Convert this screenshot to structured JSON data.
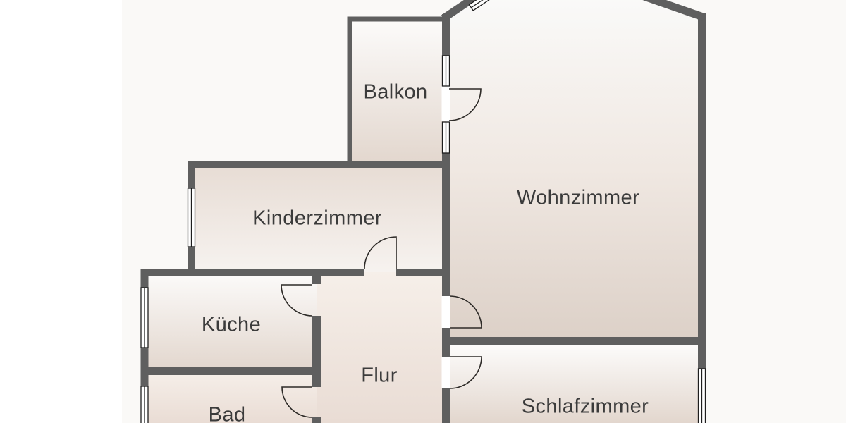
{
  "plan": {
    "type": "apartment-floor-plan",
    "language": "de"
  },
  "rooms": [
    {
      "id": "balkon",
      "label": "Balkon"
    },
    {
      "id": "wohnzimmer",
      "label": "Wohnzimmer"
    },
    {
      "id": "kinderzimmer",
      "label": "Kinderzimmer"
    },
    {
      "id": "kueche",
      "label": "Küche"
    },
    {
      "id": "flur",
      "label": "Flur"
    },
    {
      "id": "bad",
      "label": "Bad"
    },
    {
      "id": "schlafzimmer",
      "label": "Schlafzimmer"
    }
  ],
  "colors": {
    "page_bg": "#ffffff",
    "canvas": "#faf9f7",
    "wall": "#5f5f5f",
    "opening": "#ffffff",
    "fill_top": "#fcfbfa",
    "fill_bottom": "#e2d6cd",
    "beige_top": "#e7dcd4",
    "beige_faded": "#f7f3f0",
    "wohn_top": "#fafaf9",
    "wohn_mid": "#f0e8e2",
    "wohn_bottom": "#dcd0c7",
    "flur_top": "#f6efe9",
    "flur_bottom": "#e9dcd4",
    "label_text": "#3b3b3b"
  }
}
